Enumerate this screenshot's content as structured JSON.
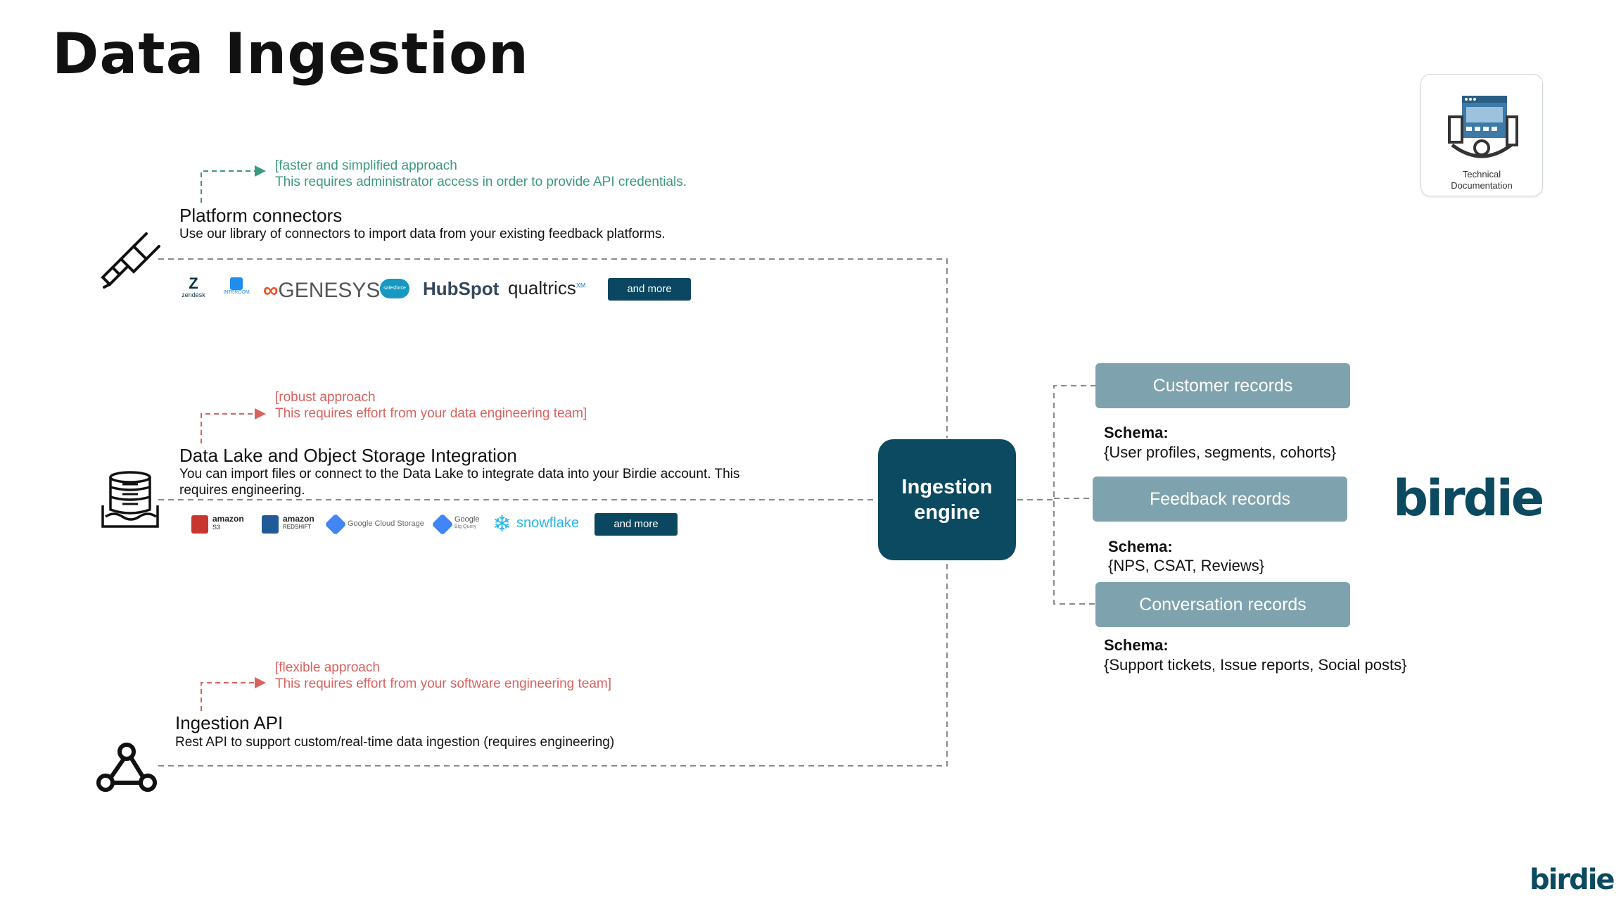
{
  "page": {
    "title": "Data Ingestion"
  },
  "platform": {
    "note_line1": "[faster and simplified approach",
    "note_line2": "This requires administrator access in order to provide API credentials.",
    "title": "Platform connectors",
    "description": "Use our library of connectors to import data from your existing feedback platforms.",
    "logos": [
      "zendesk",
      "INTERCOM",
      "GENESYS",
      "salesforce",
      "HubSpot",
      "qualtrics"
    ],
    "logo_marks": {
      "qualtrics": "XM"
    },
    "more": "and more"
  },
  "datalake": {
    "note_line1": "[robust approach",
    "note_line2": "This requires effort from your data engineering team]",
    "title": "Data Lake and Object Storage Integration",
    "description_line1": "You can import files or connect to the Data Lake to integrate data into your Birdie account. This",
    "description_line2": "requires engineering.",
    "logos": {
      "s3_a": "amazon",
      "s3_b": "S3",
      "redshift_a": "amazon",
      "redshift_b": "REDSHIFT",
      "gcs": "Google Cloud Storage",
      "bq_a": "Google",
      "bq_b": "Big Query",
      "snowflake": "snowflake"
    },
    "more": "and more"
  },
  "api": {
    "note_line1": "[flexible approach",
    "note_line2": "This requires effort from your software engineering team]",
    "title": "Ingestion API",
    "description": "Rest API to support custom/real-time data ingestion (requires engineering)"
  },
  "engine": {
    "line1": "Ingestion",
    "line2": "engine"
  },
  "records": [
    {
      "label": "Customer records",
      "schema_label": "Schema:",
      "schema": "{User profiles, segments, cohorts}"
    },
    {
      "label": "Feedback records",
      "schema_label": "Schema:",
      "schema": "{NPS, CSAT, Reviews}"
    },
    {
      "label": "Conversation records",
      "schema_label": "Schema:",
      "schema": "{Support tickets, Issue reports, Social posts}"
    }
  ],
  "doc_card": {
    "line1": "Technical",
    "line2": "Documentation"
  },
  "brand": {
    "name": "birdie"
  },
  "colors": {
    "navy": "#0b4a60",
    "record_box": "#7fa3ae",
    "green_note": "#3b9a77",
    "red_note": "#d9625e",
    "dash": "#888888"
  }
}
